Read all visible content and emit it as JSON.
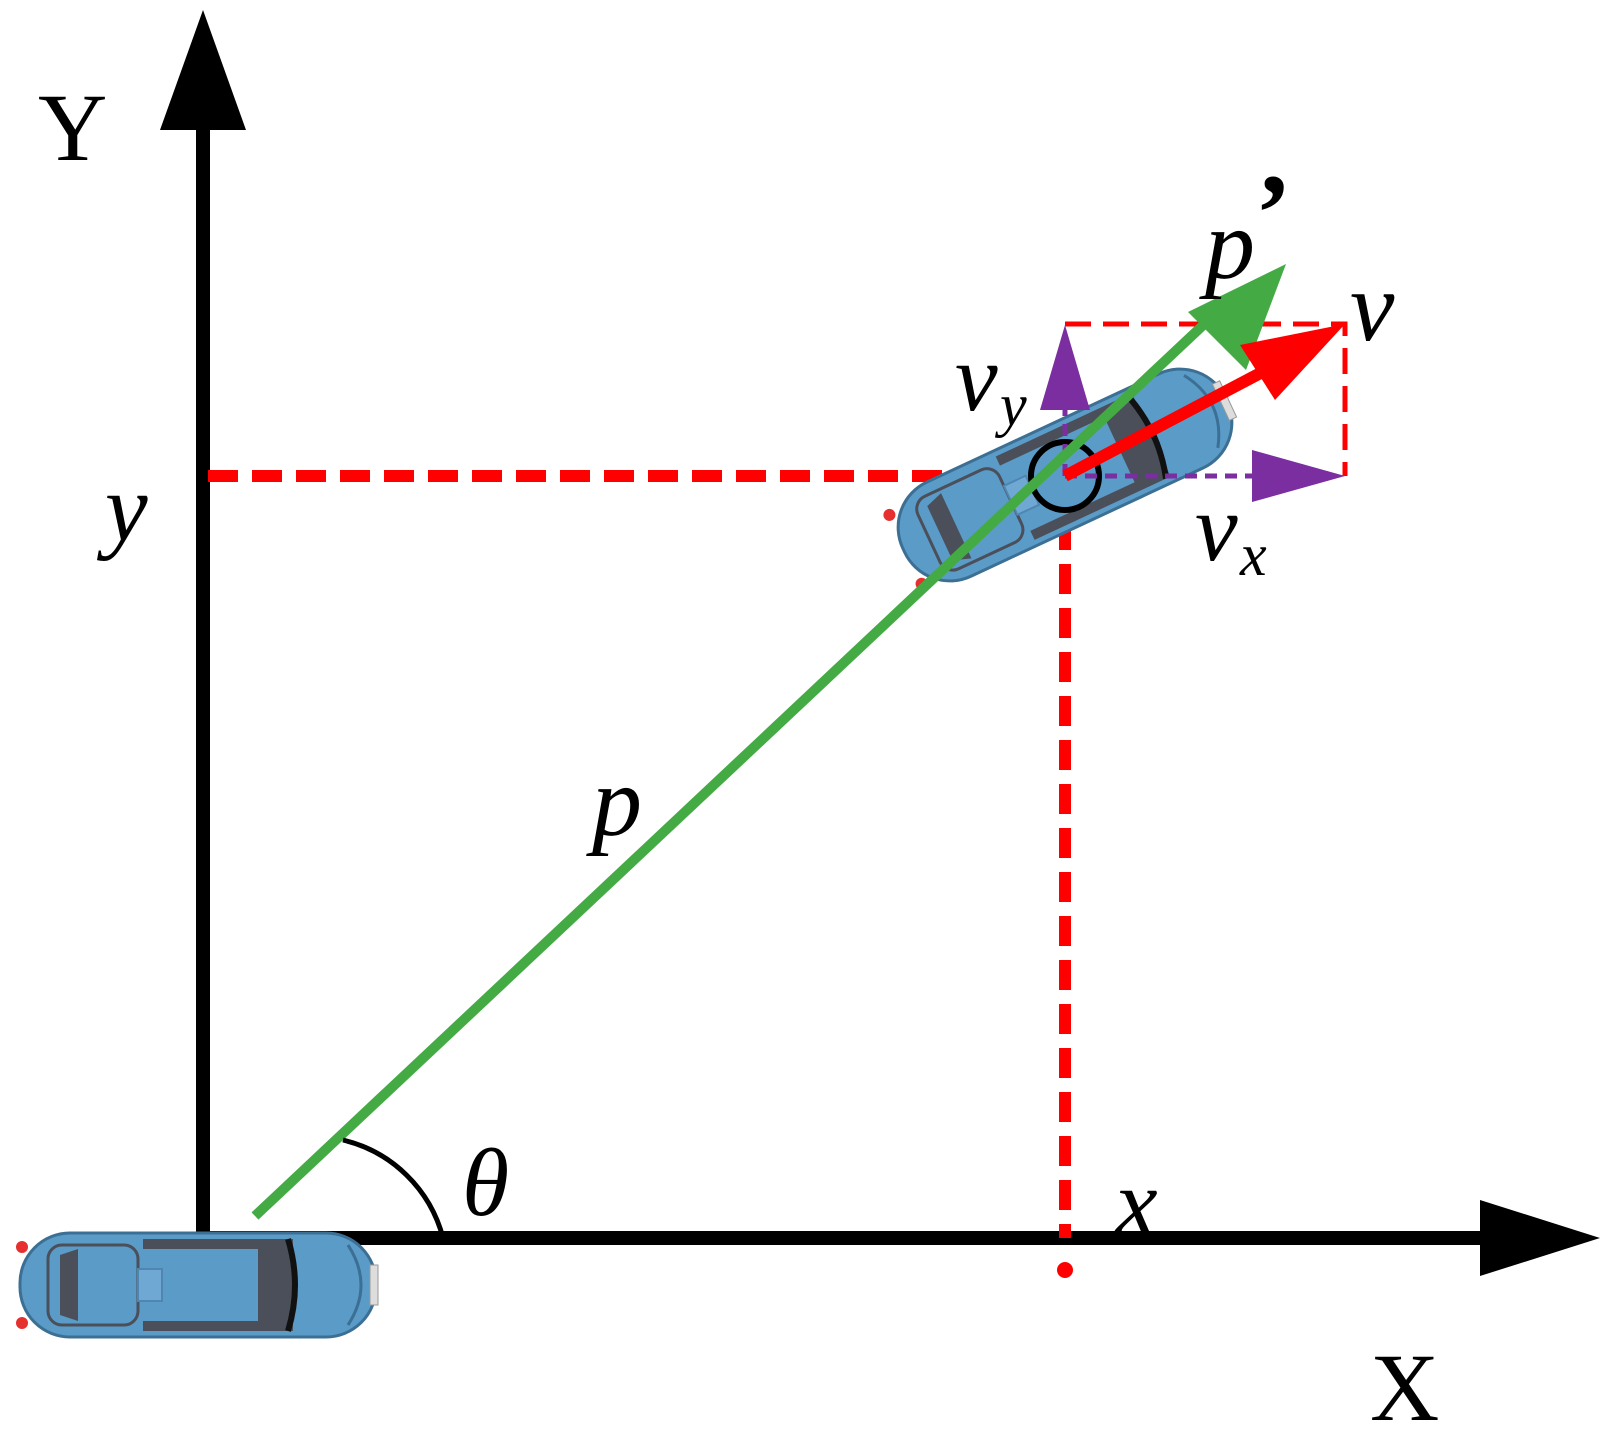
{
  "labels": {
    "axis_x": "X",
    "axis_y": "Y",
    "coord_x": "x",
    "coord_y": "y",
    "range": "p",
    "range_prime": "p",
    "prime_mark": "’",
    "angle": "θ",
    "velocity": "v",
    "vx_base": "v",
    "vx_sub": "x",
    "vy_base": "v",
    "vy_sub": "y"
  },
  "colors": {
    "axis": "#000000",
    "projection": "#ff0000",
    "range_line": "#44aa44",
    "velocity": "#ff0000",
    "components": "#7a2ea0",
    "car_body": "#5b9bc8",
    "car_window": "#4a4f5a"
  },
  "icons": {
    "ego_car": "car-icon",
    "target_car": "car-icon"
  }
}
